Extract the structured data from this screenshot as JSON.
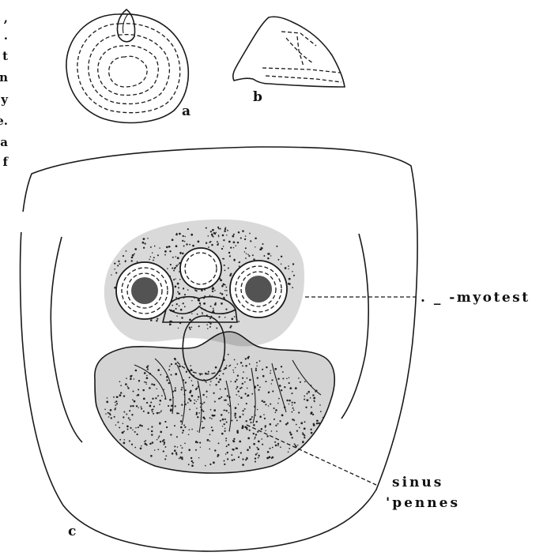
{
  "margin_text": [
    ",",
    ".",
    "t",
    "n",
    "y",
    "e.",
    "a",
    "f"
  ],
  "figure_letters": {
    "a": "a",
    "b": "b",
    "c": "c"
  },
  "labels": {
    "myotest": ". _ -myotest",
    "sinus_line1": "sinus",
    "sinus_line2": "'pennes"
  },
  "colors": {
    "ink": "#1a1a1a",
    "background": "#ffffff"
  }
}
